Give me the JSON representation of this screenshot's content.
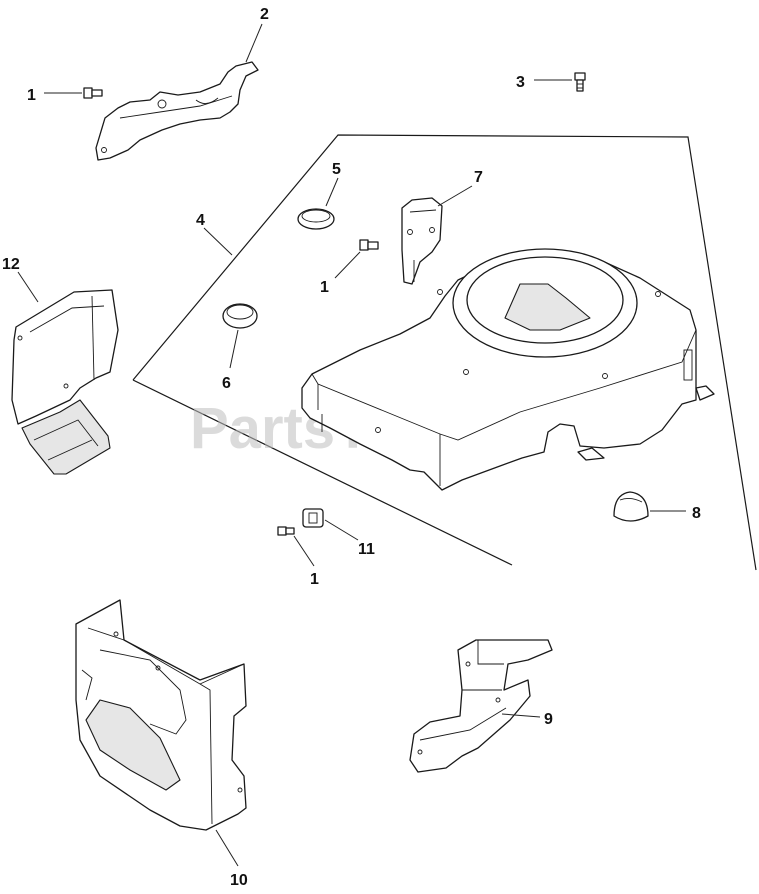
{
  "watermark": "PartsTree",
  "callouts": [
    {
      "id": "c1a",
      "text": "1"
    },
    {
      "id": "c2",
      "text": "2"
    },
    {
      "id": "c3",
      "text": "3"
    },
    {
      "id": "c4",
      "text": "4"
    },
    {
      "id": "c5",
      "text": "5"
    },
    {
      "id": "c7",
      "text": "7"
    },
    {
      "id": "c12",
      "text": "12"
    },
    {
      "id": "c1b",
      "text": "1"
    },
    {
      "id": "c6",
      "text": "6"
    },
    {
      "id": "c8",
      "text": "8"
    },
    {
      "id": "c11",
      "text": "11"
    },
    {
      "id": "c1c",
      "text": "1"
    },
    {
      "id": "c9",
      "text": "9"
    },
    {
      "id": "c10",
      "text": "10"
    }
  ]
}
